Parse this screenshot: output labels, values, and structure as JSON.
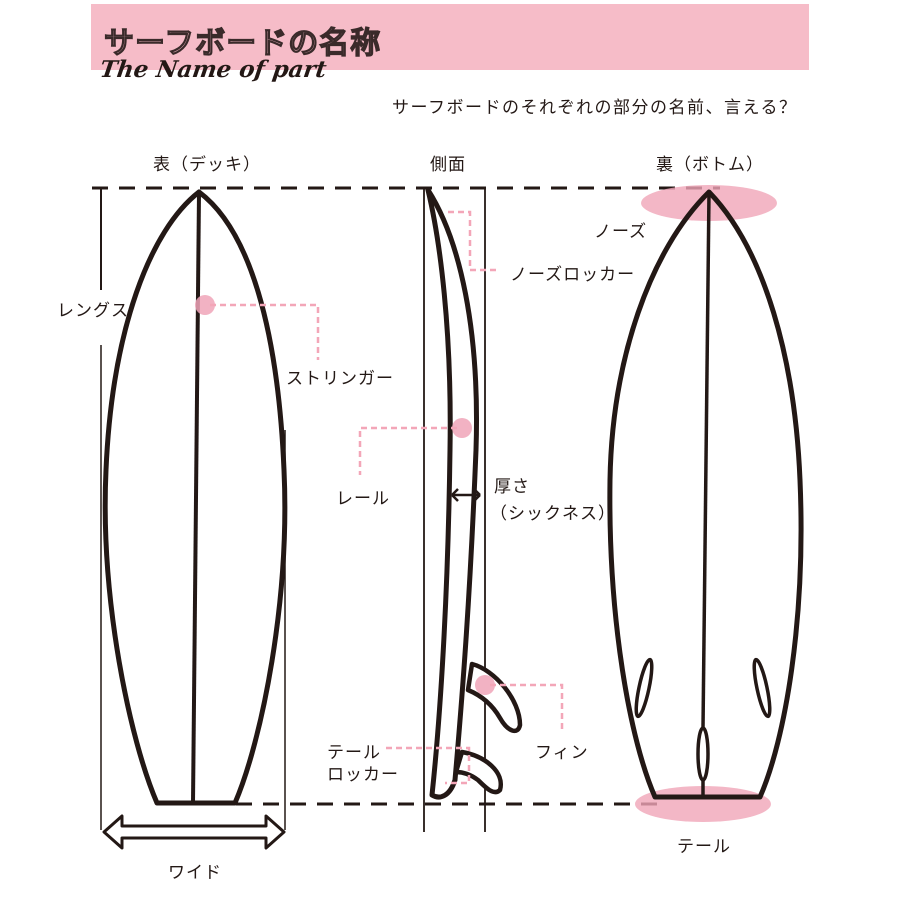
{
  "header": {
    "title_jp": "サーフボードの名称",
    "title_en": "The Name of part",
    "question": "サーフボードのそれぞれの部分の名前、言える？"
  },
  "views": {
    "deck": "表（デッキ）",
    "side": "側面",
    "bottom": "裏（ボトム）"
  },
  "labels": {
    "length": "レングス",
    "stringer": "ストリンガー",
    "width": "ワイド",
    "nose_rocker": "ノーズロッカー",
    "rail": "レール",
    "thickness_1": "厚さ",
    "thickness_2": "（シックネス）",
    "tail_rocker_1": "テール",
    "tail_rocker_2": "ロッカー",
    "fin": "フィン",
    "nose": "ノーズ",
    "tail": "テール"
  },
  "colors": {
    "banner": "#f6bcc8",
    "highlight": "#f0a5b8",
    "leader": "#f3a6b8",
    "ink": "#231815"
  }
}
